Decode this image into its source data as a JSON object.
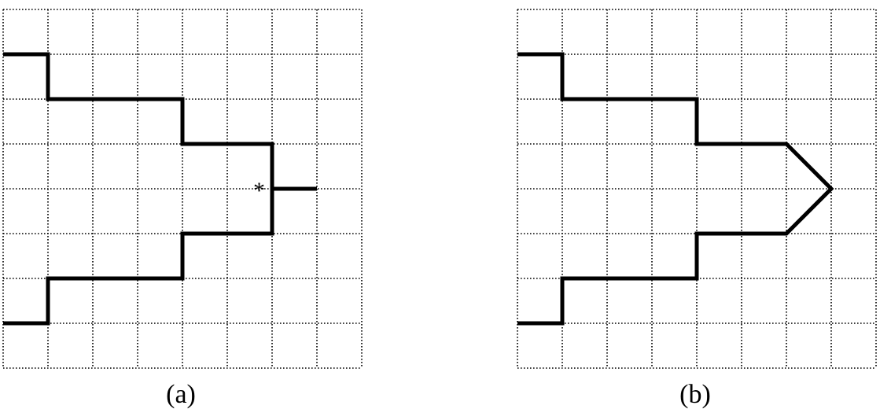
{
  "panels": [
    {
      "caption": "(a)",
      "marker": "*",
      "grid": {
        "cols": 8,
        "rows": 8
      },
      "paths": [
        [
          [
            0,
            1
          ],
          [
            1,
            1
          ],
          [
            1,
            2
          ],
          [
            4,
            2
          ],
          [
            4,
            3
          ],
          [
            6,
            3
          ],
          [
            6,
            5
          ],
          [
            4,
            5
          ],
          [
            4,
            6
          ],
          [
            1,
            6
          ],
          [
            1,
            7
          ],
          [
            0,
            7
          ]
        ],
        [
          [
            6,
            4
          ],
          [
            7,
            4
          ]
        ]
      ],
      "marker_at": [
        6,
        4
      ]
    },
    {
      "caption": "(b)",
      "grid": {
        "cols": 8,
        "rows": 8
      },
      "paths": [
        [
          [
            0,
            1
          ],
          [
            1,
            1
          ],
          [
            1,
            2
          ],
          [
            4,
            2
          ],
          [
            4,
            3
          ],
          [
            6,
            3
          ],
          [
            7,
            4
          ],
          [
            6,
            5
          ],
          [
            4,
            5
          ],
          [
            4,
            6
          ],
          [
            1,
            6
          ],
          [
            1,
            7
          ],
          [
            0,
            7
          ]
        ]
      ]
    }
  ]
}
